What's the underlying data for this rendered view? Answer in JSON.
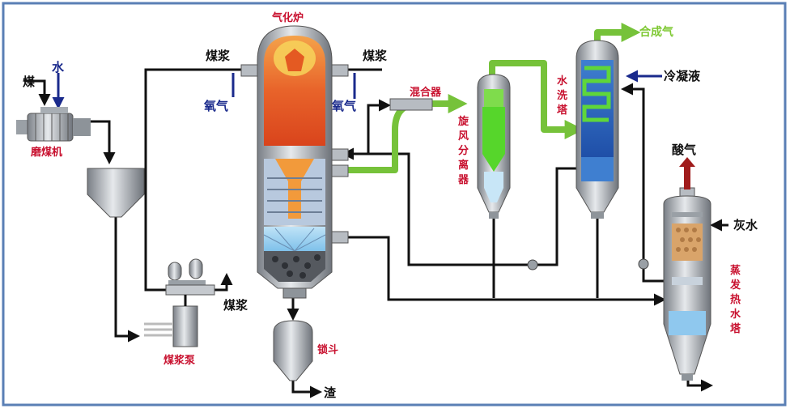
{
  "labels": {
    "coal": "煤",
    "water": "水",
    "mill": "磨煤机",
    "slurry_pump": "煤浆泵",
    "slurry_bottom": "煤浆",
    "slurry_left": "煤浆",
    "slurry_right": "煤浆",
    "oxygen_left": "氧气",
    "oxygen_right": "氧气",
    "gasifier": "气化炉",
    "mixer": "混合器",
    "cyclone_chars": [
      "旋",
      "风",
      "分",
      "离",
      "器"
    ],
    "scrubber_chars": [
      "水",
      "洗",
      "塔"
    ],
    "syngas": "合成气",
    "condensate": "冷凝液",
    "acid_gas": "酸气",
    "grey_water": "灰水",
    "evap_chars": [
      "蒸",
      "发",
      "热",
      "水",
      "塔"
    ],
    "lock_hopper": "锁斗",
    "slag": "渣"
  },
  "colors": {
    "frame": "#5a7fb5",
    "black_pipe": "#111111",
    "green_pipe": "#76c23a",
    "blue_pipe": "#1a2a8c",
    "red_text": "#c8102e",
    "acid_arrow": "#a01c1c"
  }
}
